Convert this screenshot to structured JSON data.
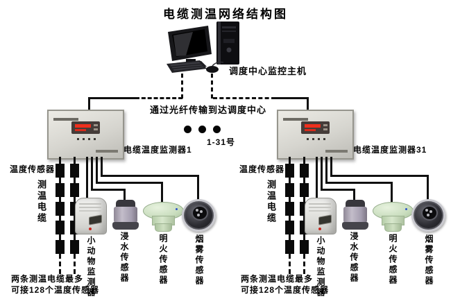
{
  "title": "电缆测温网络结构图",
  "host_label": "调度中心监控主机",
  "fiber_label": "通过光纤传输到达调度中心",
  "ellipsis_label": "1-31号",
  "branches": [
    {
      "monitor_label": "电缆温度监测器1",
      "temp_sensor_label": "温度传感器",
      "cable_label": "测温电缆",
      "animal_label": "小动物监测器",
      "water_label": "浸水传感器",
      "flame_label": "明火传感器",
      "smoke_label": "烟雾传感器",
      "note_line1": "两条测温电缆最多",
      "note_line2": "可接128个温度传感器"
    },
    {
      "monitor_label": "电缆温度监测器31",
      "temp_sensor_label": "温度传感器",
      "cable_label": "测温电缆",
      "animal_label": "小动物监测器",
      "water_label": "浸水传感器",
      "flame_label": "明火传感器",
      "smoke_label": "烟雾传感器",
      "note_line1": "两条测温电缆最多",
      "note_line2": "可接128个温度传感器"
    }
  ],
  "colors": {
    "line": "#0f0f0f",
    "led_red": "#ef2f1d",
    "device_face": "#d6d5cf",
    "flame_green": "#c9ddbe",
    "water_gray": "#a49daf",
    "smoke_dark": "#2c2c32"
  }
}
